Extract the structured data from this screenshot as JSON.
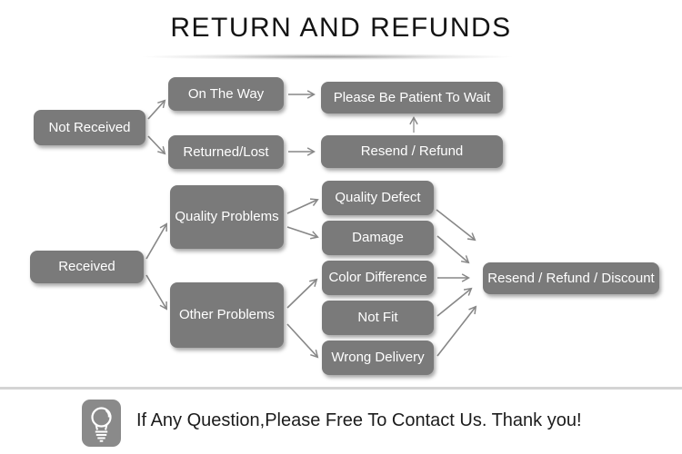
{
  "title": "RETURN AND REFUNDS",
  "colors": {
    "node_bg": "#7a7a7a",
    "icon_bg": "#8a8a8a",
    "arrow": "#878787",
    "divider": "#d4d4d4",
    "node_text": "#ffffff",
    "title_text": "#141414",
    "footer_text": "#1c1c1c"
  },
  "nodes": {
    "not_received": "Not Received",
    "on_the_way": "On The Way",
    "returned_lost": "Returned/Lost",
    "please_wait": "Please Be Patient To Wait",
    "resend_refund": "Resend / Refund",
    "received": "Received",
    "quality_problems": "Quality Problems",
    "other_problems": "Other Problems",
    "quality_defect": "Quality Defect",
    "damage": "Damage",
    "color_difference": "Color Difference",
    "not_fit": "Not Fit",
    "wrong_delivery": "Wrong Delivery",
    "resend_refund_discount": "Resend / Refund / Discount"
  },
  "footer": {
    "icon": "lightbulb-icon",
    "message": "If Any Question,Please Free To Contact Us. Thank you!"
  }
}
